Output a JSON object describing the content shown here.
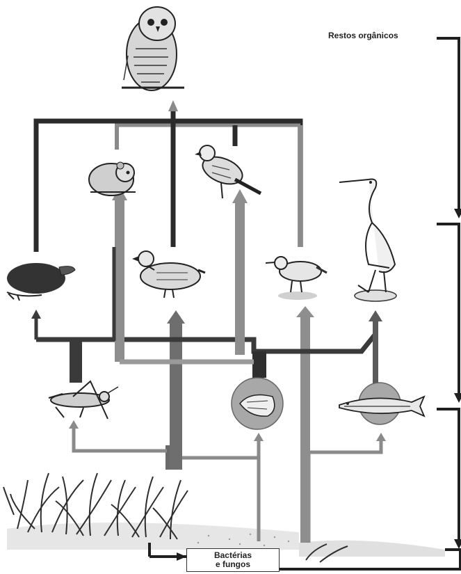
{
  "labels": {
    "organic_remains": "Restos orgânicos",
    "decomposers_line1": "Bactérias",
    "decomposers_line2": "e fungos"
  },
  "organisms": [
    {
      "id": "owl",
      "icon": "owl-icon"
    },
    {
      "id": "rodent",
      "icon": "rodent-icon"
    },
    {
      "id": "songbird",
      "icon": "songbird-icon"
    },
    {
      "id": "heron",
      "icon": "heron-icon"
    },
    {
      "id": "mole",
      "icon": "mole-icon"
    },
    {
      "id": "duck",
      "icon": "duck-icon"
    },
    {
      "id": "sandpiper",
      "icon": "sandpiper-icon"
    },
    {
      "id": "grasshopper",
      "icon": "grasshopper-icon"
    },
    {
      "id": "crustacean",
      "icon": "crustacean-icon"
    },
    {
      "id": "fish",
      "icon": "fish-icon"
    },
    {
      "id": "grass",
      "icon": "grass-icon"
    }
  ],
  "colors": {
    "dark_flow": "#2b2b2b",
    "mid_flow": "#6e6e6e",
    "light_flow": "#9a9a9a",
    "organism_fill": "#d9d9d9",
    "circle_fill": "#a8a8a8"
  }
}
